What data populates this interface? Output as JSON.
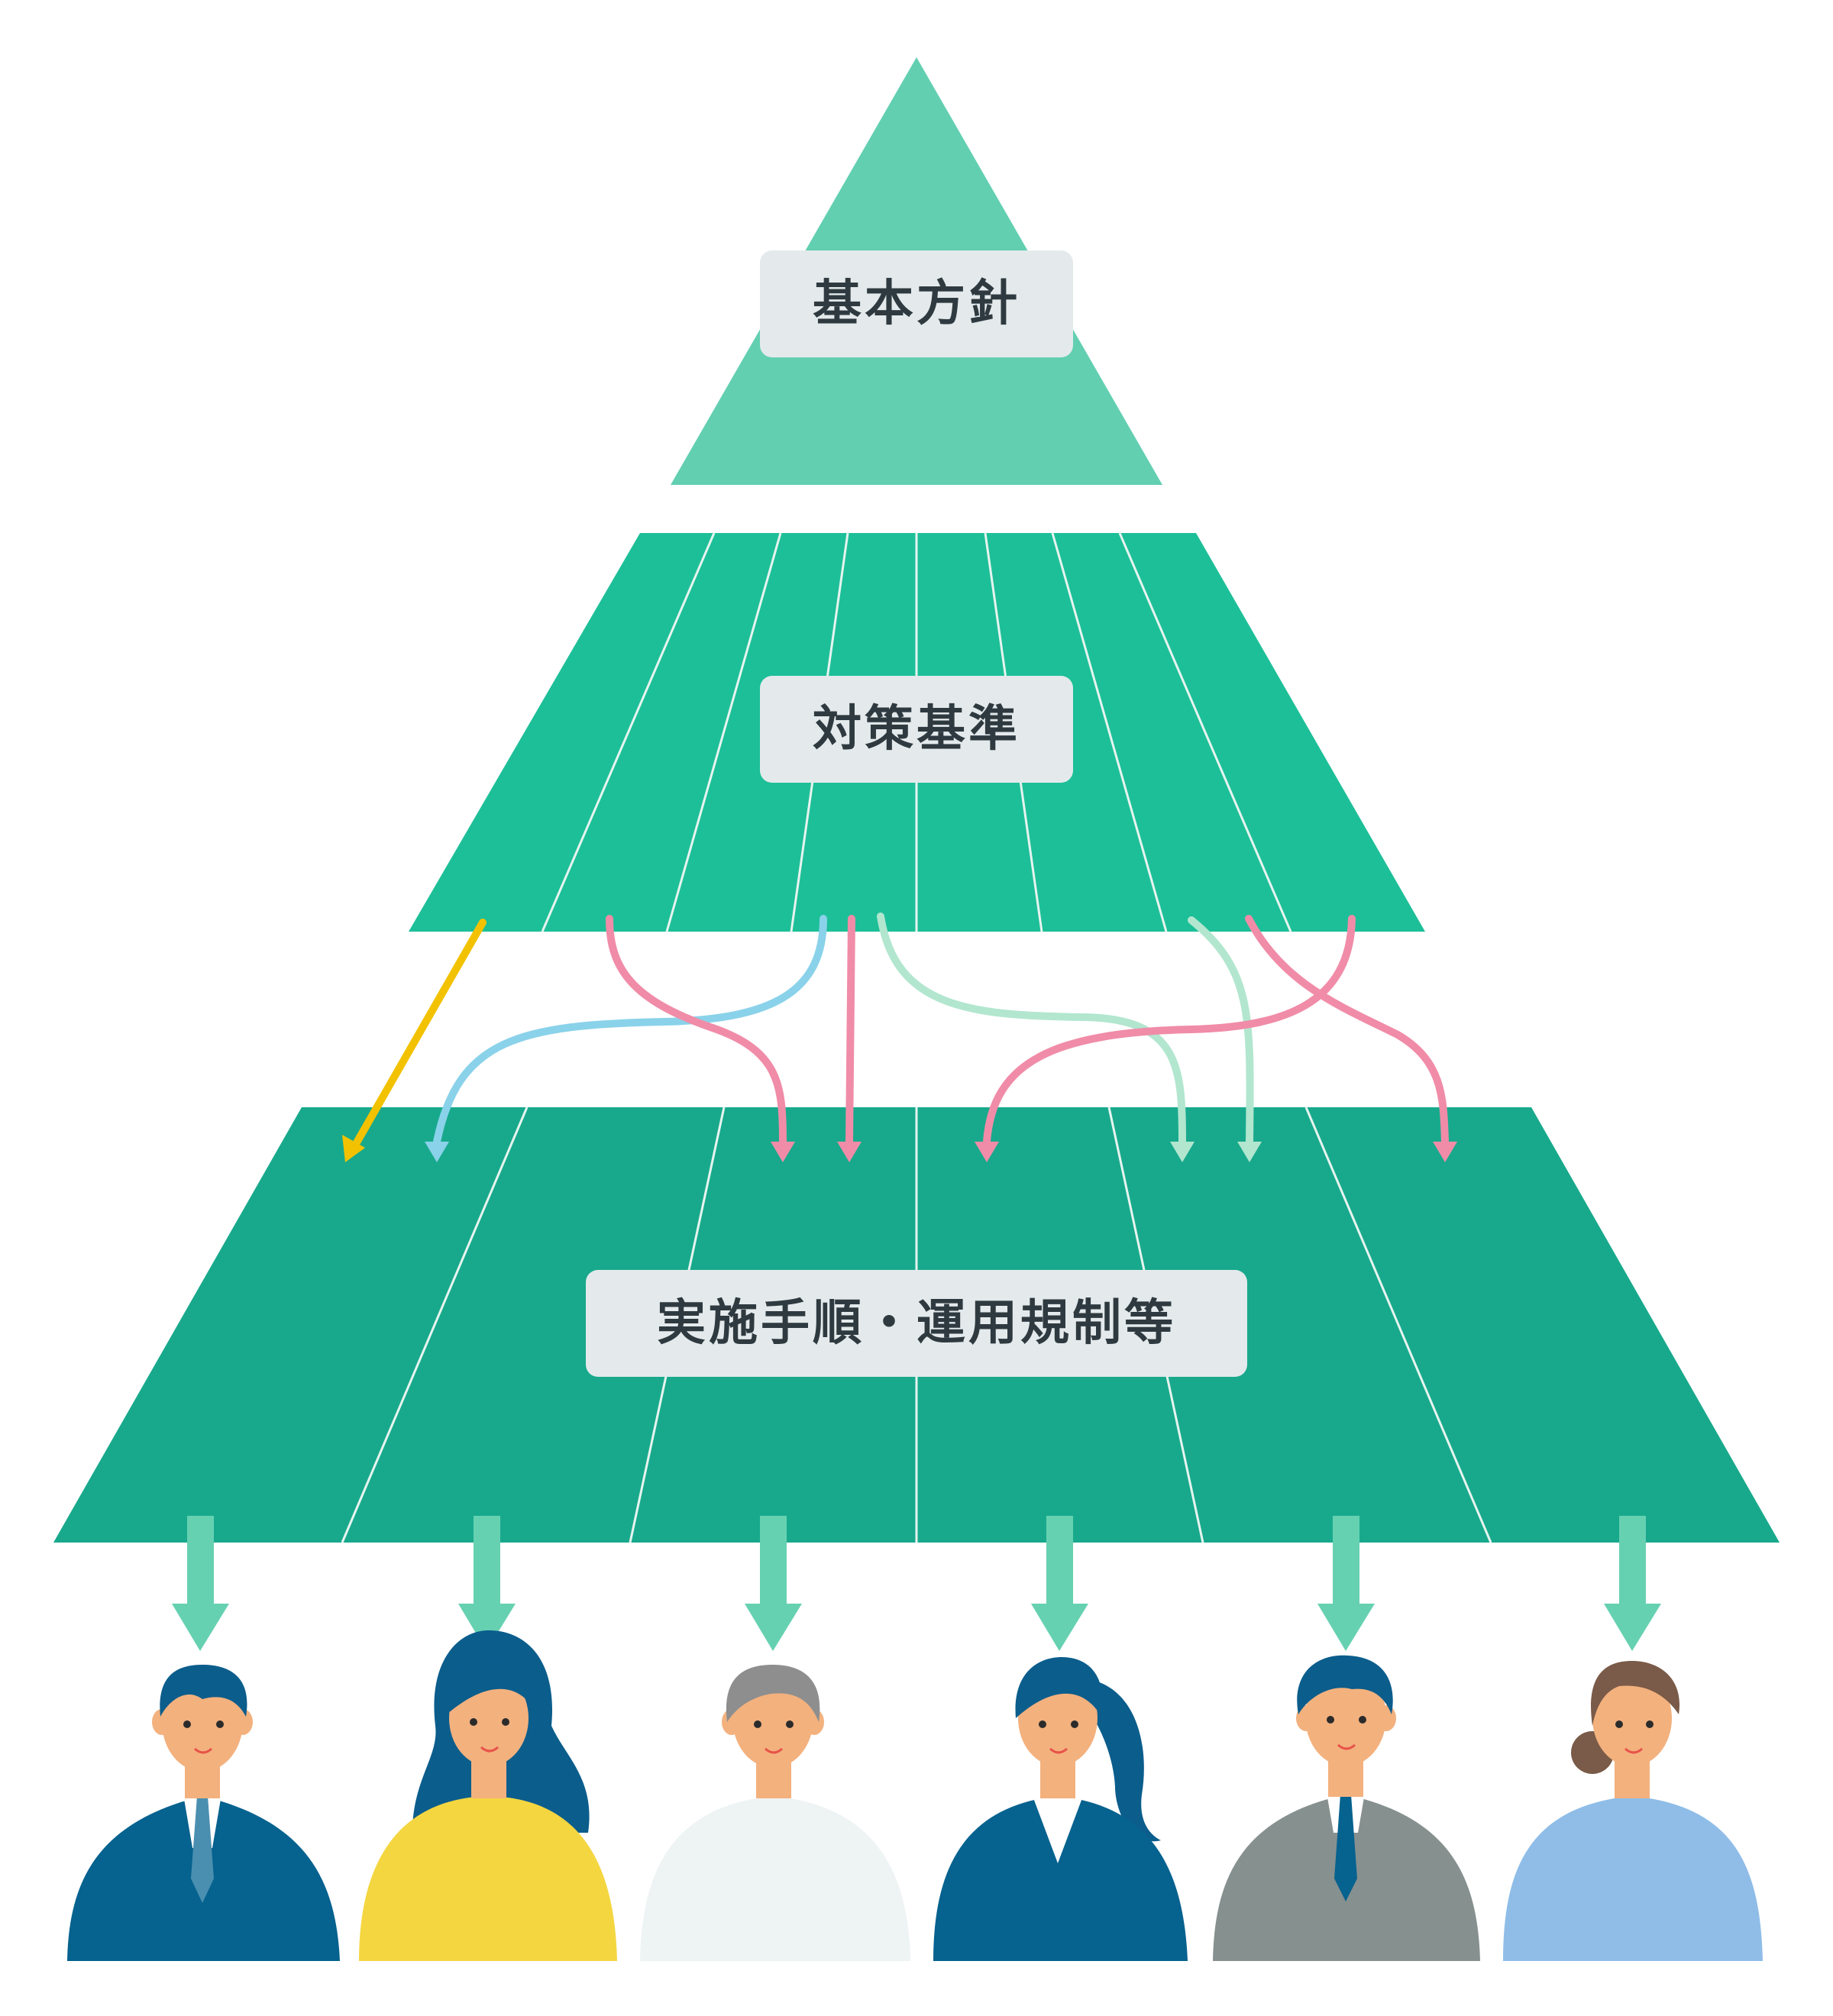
{
  "diagram": {
    "tiers": [
      {
        "id": "top",
        "label": "基本方針",
        "color": "#62cfb1"
      },
      {
        "id": "middle",
        "label": "対策基準",
        "color": "#1dbf98"
      },
      {
        "id": "bottom",
        "label": "実施手順・運用規制等",
        "color": "#18a98c"
      }
    ],
    "tier_divider_color": "#e6f4ef",
    "flow_arrow_colors": {
      "yellow": "#f2c200",
      "blue": "#8ad2ea",
      "pink": "#f08ca8",
      "mint": "#b2e6cf"
    },
    "down_arrow_color": "#66d1b1",
    "people": [
      {
        "id": "man-navy-suit",
        "hair": "#0b5d8c",
        "clothing": "#06628f",
        "tie": "#4a8fb0"
      },
      {
        "id": "woman-yellow-sweater",
        "hair": "#0b5d8c",
        "clothing": "#f4d641"
      },
      {
        "id": "older-person-white",
        "hair": "#8e8e8e",
        "clothing": "#eef3f4"
      },
      {
        "id": "woman-navy-suit",
        "hair": "#0b5d8c",
        "clothing": "#06628f"
      },
      {
        "id": "man-grey-suit",
        "hair": "#0b5d8c",
        "clothing": "#86908f",
        "tie": "#06628f"
      },
      {
        "id": "woman-light-blue",
        "hair": "#7a5a48",
        "clothing": "#8fbde8"
      }
    ],
    "skin_color": "#f3b17e"
  }
}
